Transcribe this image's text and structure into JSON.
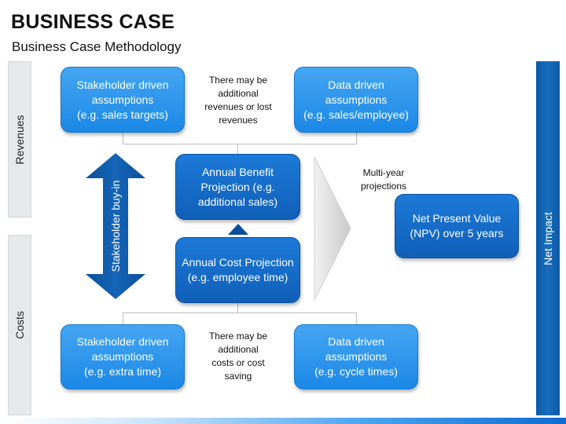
{
  "header": {
    "title": "BUSINESS CASE",
    "subtitle": "Business Case Methodology"
  },
  "side_labels": {
    "revenues": "Revenues",
    "costs": "Costs",
    "net_impact": "Net Impact"
  },
  "boxes": {
    "revenue_stakeholder": "Stakeholder driven\nassumptions\n(e.g. sales targets)",
    "revenue_data": "Data driven\nassumptions\n(e.g. sales/employee)",
    "annual_benefit": "Annual Benefit\nProjection (e.g.\nadditional sales)",
    "annual_cost": "Annual Cost Projection\n(e.g. employee time)",
    "cost_stakeholder": "Stakeholder driven\nassumptions\n(e.g. extra time)",
    "cost_data": "Data driven\nassumptions\n(e.g. cycle times)",
    "npv": "Net Present Value\n(NPV) over 5 years"
  },
  "notes": {
    "revenue_note": "There may be\nadditional\nrevenues or lost\nrevenues",
    "cost_note": "There may be\nadditional\ncosts or cost\nsaving",
    "multi_year": "Multi-year\nprojections"
  },
  "arrows": {
    "buy_in_label": "Stakeholder buy-in"
  },
  "colors": {
    "light_box": "#2b96ec",
    "dark_box": "#1466c0",
    "net_impact_bar": "#0f5fae",
    "side_label_bg": "#e7e8ea",
    "chevron": "#d9d9d9"
  }
}
